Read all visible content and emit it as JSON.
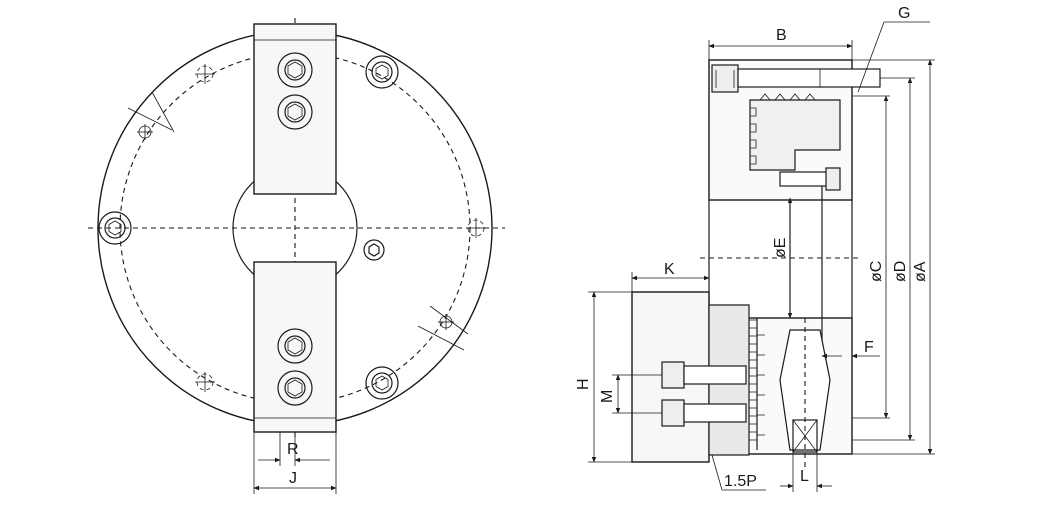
{
  "labels": {
    "A": "øA",
    "B": "B",
    "C": "øC",
    "D": "øD",
    "E": "øE",
    "F": "F",
    "G": "G",
    "H": "H",
    "J": "J",
    "K": "K",
    "L": "L",
    "M": "M",
    "P": "1.5P",
    "R": "R"
  }
}
